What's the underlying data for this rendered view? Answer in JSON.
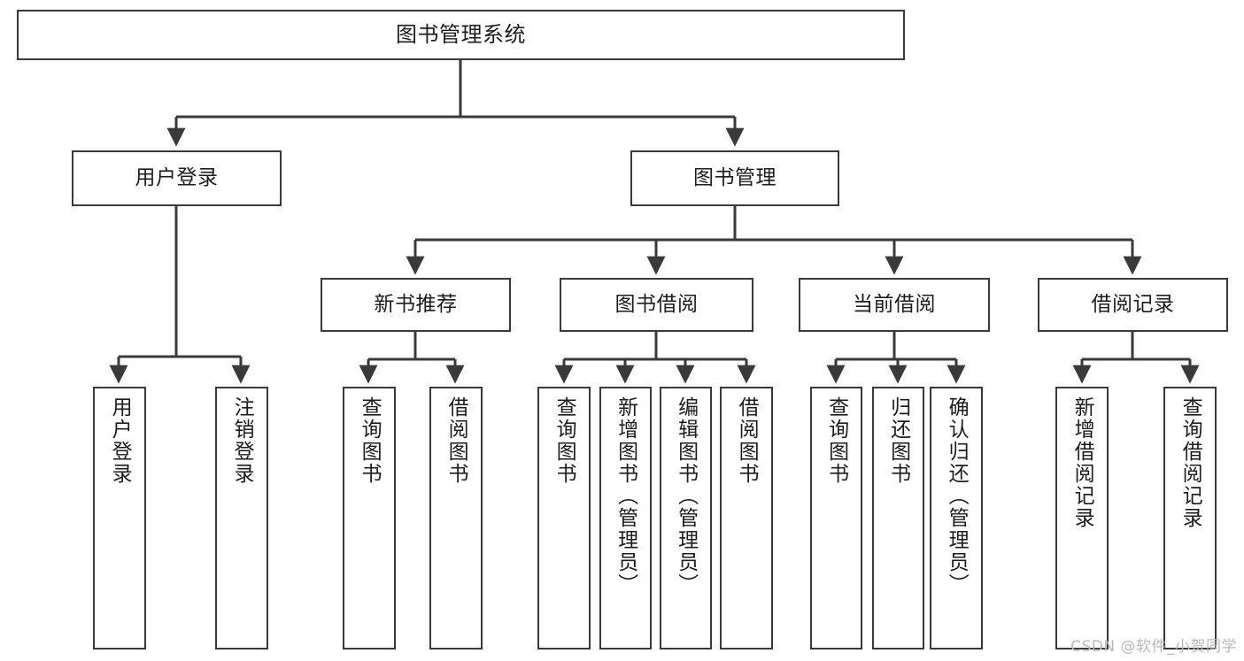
{
  "diagram": {
    "title": "图书管理系统",
    "watermark": "CSDN @软件_小贺同学",
    "stroke_color": "#3a3a3a",
    "text_color": "#1d1d1d",
    "background_color": "#ffffff"
  },
  "nodes": {
    "root": {
      "label": "图书管理系统"
    },
    "level2": [
      {
        "label": "用户登录"
      },
      {
        "label": "图书管理"
      }
    ],
    "level3": [
      {
        "label": "新书推荐"
      },
      {
        "label": "图书借阅"
      },
      {
        "label": "当前借阅"
      },
      {
        "label": "借阅记录"
      }
    ],
    "leaves": {
      "user_login": [
        {
          "label": "用户登录"
        },
        {
          "label": "注销登录"
        }
      ],
      "new_books": [
        {
          "label": "查询图书"
        },
        {
          "label": "借阅图书"
        }
      ],
      "book_borrow": [
        {
          "label": "查询图书"
        },
        {
          "label": "新增图书（管理员）"
        },
        {
          "label": "编辑图书（管理员）"
        },
        {
          "label": "借阅图书"
        }
      ],
      "current_borrow": [
        {
          "label": "查询图书"
        },
        {
          "label": "归还图书"
        },
        {
          "label": "确认归还（管理员）"
        }
      ],
      "borrow_records": [
        {
          "label": "新增借阅记录"
        },
        {
          "label": "查询借阅记录"
        }
      ]
    }
  }
}
